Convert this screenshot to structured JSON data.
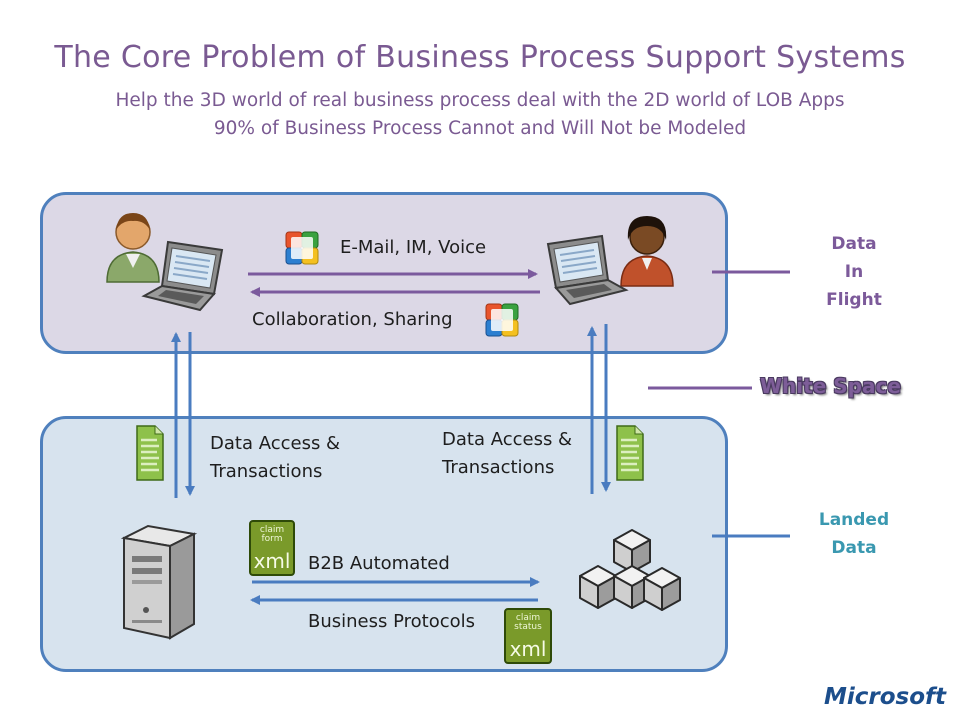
{
  "title": "The Core Problem of Business Process Support Systems",
  "subtitle_1": "Help the 3D world of real business process deal with the 2D world of LOB Apps",
  "subtitle_2": "90% of Business Process Cannot and Will Not be Modeled",
  "top_panel": {
    "email_label": "E-Mail, IM, Voice",
    "collab_label": "Collaboration, Sharing"
  },
  "bottom_panel": {
    "data_access_left_1": "Data Access &",
    "data_access_left_2": "Transactions",
    "data_access_right_1": "Data Access &",
    "data_access_right_2": "Transactions",
    "b2b_label": "B2B Automated",
    "protocols_label": "Business Protocols",
    "claim_form_line1": "claim",
    "claim_form_line2": "form",
    "claim_status_line1": "claim",
    "claim_status_line2": "status",
    "xml_text": "xml"
  },
  "side_labels": {
    "data_in_flight_1": "Data",
    "data_in_flight_2": "In",
    "data_in_flight_3": "Flight",
    "white_space": "White Space",
    "landed_data_1": "Landed",
    "landed_data_2": "Data"
  },
  "logo": "Microsoft",
  "colors": {
    "title": "#7a5a92",
    "panel_border": "#4f80bd",
    "top_panel_fill": "#dcd8e6",
    "bottom_panel_fill": "#d7e3ee",
    "purple_arrow": "#7b5a9d",
    "blue_arrow": "#4a7cc0",
    "teal_label": "#3a98b0"
  }
}
